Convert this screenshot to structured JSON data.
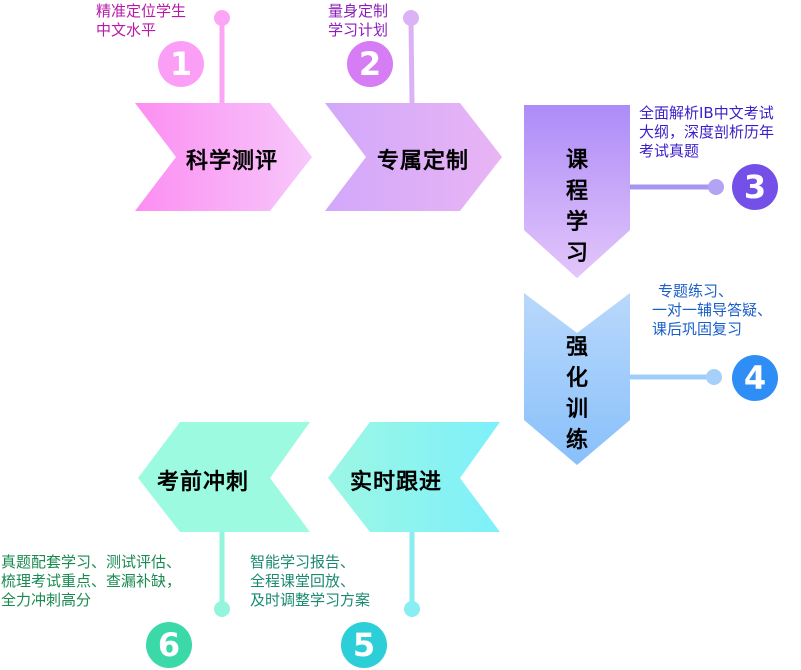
{
  "steps": [
    {
      "number": "1",
      "title": "科学测评",
      "desc": [
        "精准定位学生",
        "中文水平"
      ],
      "color": "#f99ff4",
      "text_color": "#b81aa8"
    },
    {
      "number": "2",
      "title": "专属定制",
      "desc": [
        "量身定制",
        "学习计划"
      ],
      "color": "#d57af4",
      "text_color": "#8a1fb8"
    },
    {
      "number": "3",
      "title": "课程学习",
      "desc": [
        "全面解析IB中文考试",
        "大纲，深度剖析历年",
        "考试真题"
      ],
      "color": "#7550e8",
      "text_color": "#3a1fc8"
    },
    {
      "number": "4",
      "title": "强化训练",
      "desc": [
        "专题练习、",
        "一对一辅导答疑、",
        "课后巩固复习"
      ],
      "color": "#2f8ef5",
      "text_color": "#1a5fc8"
    },
    {
      "number": "5",
      "title": "实时跟进",
      "desc": [
        "智能学习报告、",
        "全程课堂回放、",
        "及时调整学习方案"
      ],
      "color": "#2ccfd8",
      "text_color": "#1a8a70"
    },
    {
      "number": "6",
      "title": "考前冲刺",
      "desc": [
        "真题配套学习、测试评估、",
        "梳理考试重点、查漏补缺，",
        "全力冲刺高分"
      ],
      "color": "#3ad8a8",
      "text_color": "#1a8a50"
    }
  ]
}
